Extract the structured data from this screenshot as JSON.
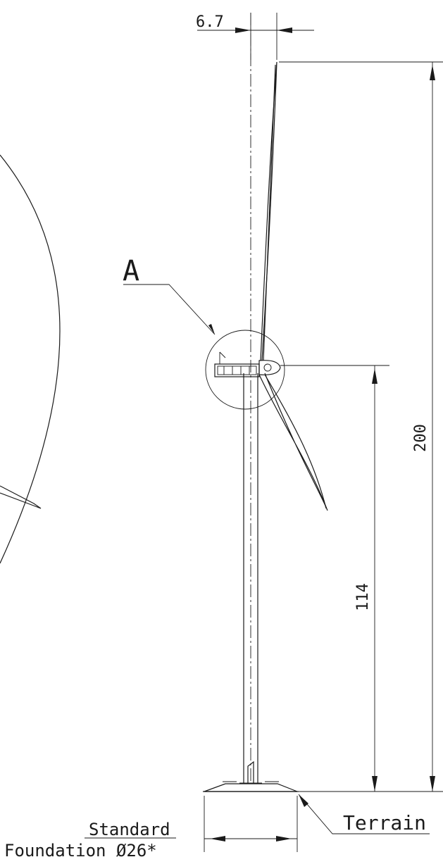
{
  "dimensions": {
    "hub_offset": "6.7",
    "tip_height": "200",
    "hub_height": "114"
  },
  "labels": {
    "detail_marker": "A",
    "foundation_line1": "Standard",
    "foundation_line2": "Foundation Ø26*",
    "terrain": "Terrain"
  }
}
